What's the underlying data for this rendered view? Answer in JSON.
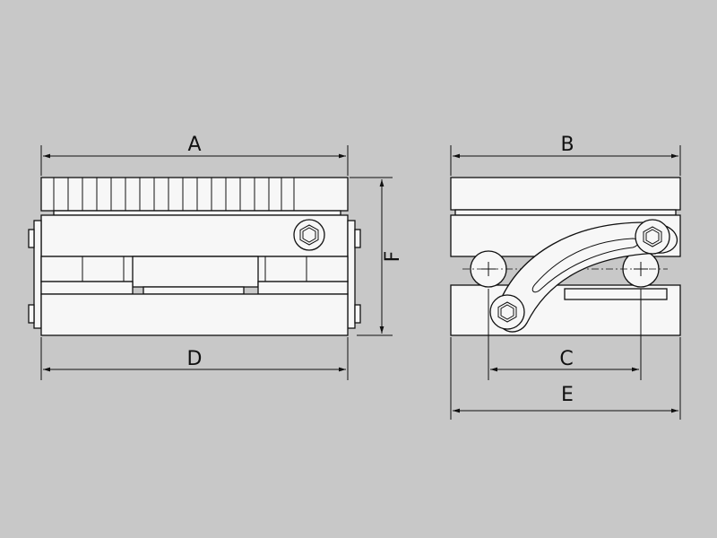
{
  "colors": {
    "background": "#c8c8c8",
    "part_fill": "#f7f7f7",
    "line": "#111111"
  },
  "front_view": {
    "dim_top": "A",
    "dim_bottom": "D",
    "dim_right": "F"
  },
  "side_view": {
    "dim_top": "B",
    "dim_pivot": "C",
    "dim_bottom": "E"
  },
  "icons": [
    "hex-socket-screw",
    "pivot-roller"
  ]
}
